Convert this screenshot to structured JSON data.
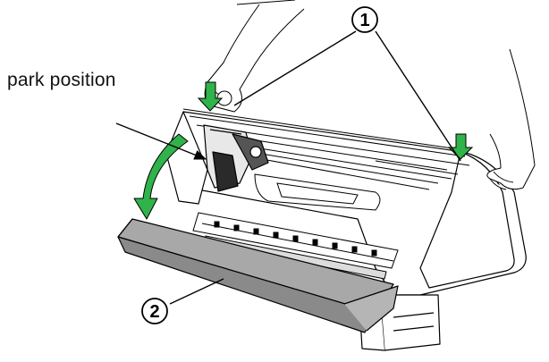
{
  "labels": {
    "park_position": "park position"
  },
  "callouts": [
    {
      "number": "1"
    },
    {
      "number": "2"
    }
  ],
  "colors": {
    "arrow_green": "#2fb34a",
    "outline": "#000000",
    "cover_fill": "#9a9a9a",
    "body_fill": "#ffffff"
  },
  "icons": {
    "press_arrow": "green-down-arrow-icon",
    "rotate_arrow": "green-curved-arrow-icon"
  }
}
